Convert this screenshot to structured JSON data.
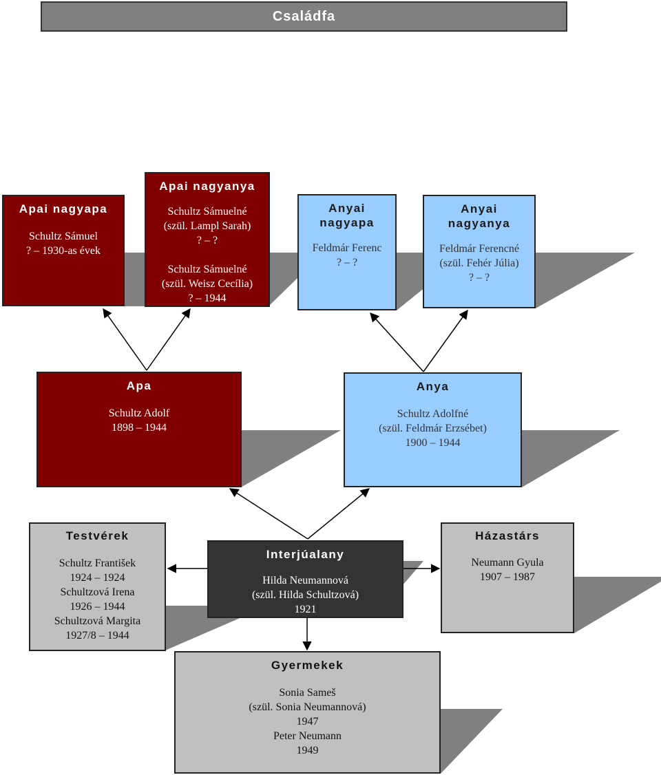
{
  "title": "Családfa",
  "paternal_grandfather": {
    "header": "Apai nagyapa",
    "lines": [
      "Schultz Sámuel",
      "? – 1930-as évek"
    ]
  },
  "paternal_grandmother": {
    "header": "Apai nagyanya",
    "lines": [
      "Schultz Sámuelné",
      "(szül. Lampl Sarah)",
      "? – ?",
      "",
      "Schultz Sámuelné",
      "(szül. Weisz Cecília)",
      "? – 1944"
    ]
  },
  "maternal_grandfather": {
    "header_lines": [
      "Anyai",
      "nagyapa"
    ],
    "lines": [
      "Feldmár Ferenc",
      "? – ?"
    ]
  },
  "maternal_grandmother": {
    "header_lines": [
      "Anyai",
      "nagyanya"
    ],
    "lines": [
      "Feldmár Ferencné",
      "(szül. Fehér Júlia)",
      "? – ?"
    ]
  },
  "father": {
    "header": "Apa",
    "lines": [
      "Schultz Adolf",
      "1898 – 1944"
    ]
  },
  "mother": {
    "header": "Anya",
    "lines": [
      "Schultz Adolfné",
      "(szül. Feldmár Erzsébet)",
      "1900 – 1944"
    ]
  },
  "siblings": {
    "header": "Testvérek",
    "lines": [
      "Schultz František",
      "1924 – 1924",
      "Schultzová Irena",
      "1926 – 1944",
      "Schultzová Margita",
      "1927/8 – 1944"
    ]
  },
  "interviewee": {
    "header": "Interjúalany",
    "lines": [
      "Hilda Neumannová",
      "(szül. Hilda Schultzová)",
      "1921"
    ]
  },
  "spouse": {
    "header": "Házastárs",
    "lines": [
      "Neumann Gyula",
      "1907 – 1987"
    ]
  },
  "children": {
    "header": "Gyermekek",
    "lines": [
      "Sonia Sameš",
      "(szül. Sonia Neumannová)",
      "1947",
      "Peter Neumann",
      "1949"
    ]
  },
  "colors": {
    "paternal": "#800000",
    "maternal": "#99ccff",
    "relatives": "#c0c0c0",
    "interviewee": "#333333",
    "shadow": "#808080",
    "title_bar": "#808080"
  }
}
